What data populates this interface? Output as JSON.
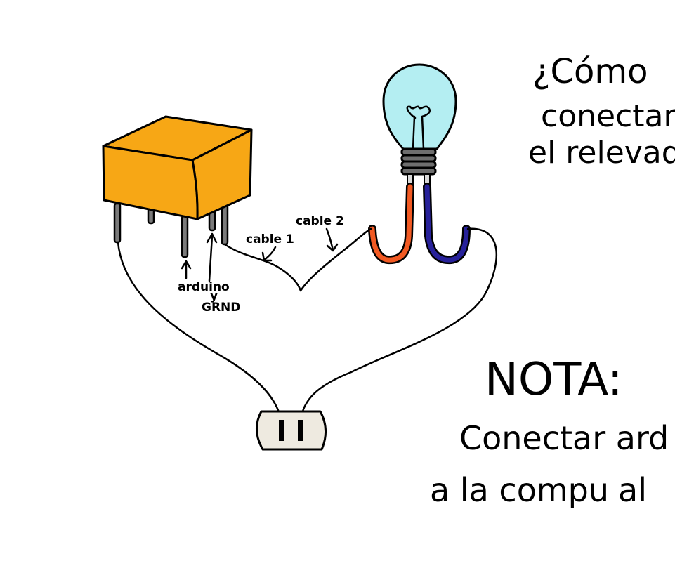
{
  "title": {
    "line1": "¿Cómo",
    "line2": "conectar",
    "line3": "el relevad"
  },
  "labels": {
    "cable1": "cable 1",
    "cable2": "cable 2",
    "arduino": "arduino",
    "y": "y",
    "grnd": "GRND"
  },
  "note": {
    "heading": "NOTA:",
    "line1": "Conectar ard",
    "line2": "a la compu",
    "line3": "al"
  },
  "colors": {
    "relay_body": "#F7A715",
    "bulb_glass": "#B4EEF2",
    "bulb_base": "#6E6E6E",
    "wire_red": "#F25A23",
    "wire_blue": "#27219A",
    "outlet": "#EEEAE0"
  }
}
